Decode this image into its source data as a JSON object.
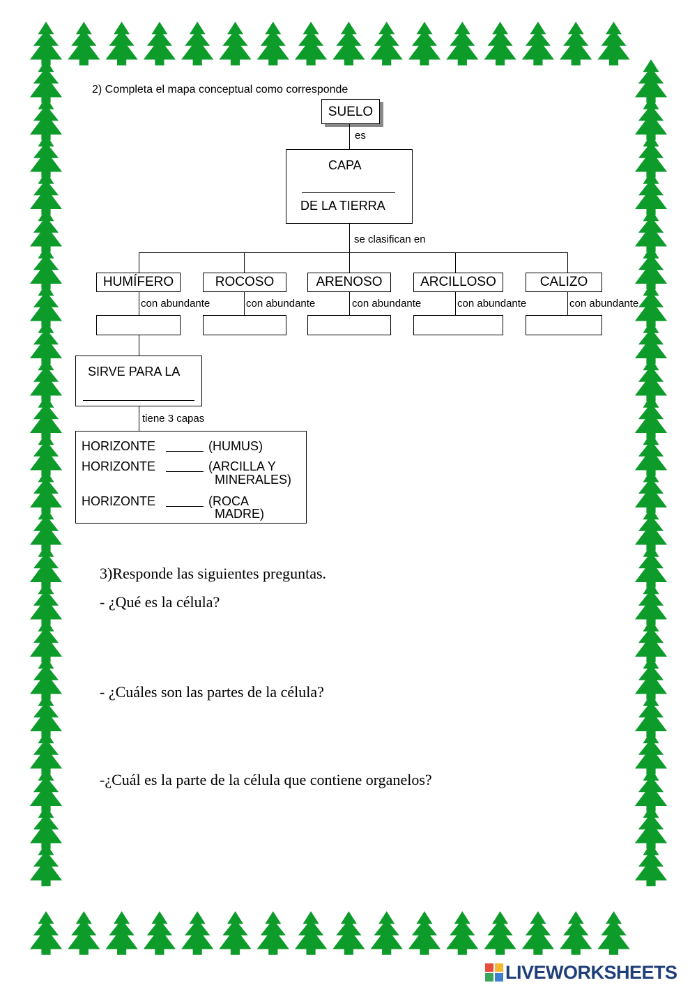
{
  "exercise2": {
    "heading": "2) Completa el mapa conceptual como corresponde",
    "root": "SUELO",
    "link_es": "es",
    "capa_top": "CAPA",
    "capa_bottom": "DE LA TIERRA",
    "link_classify": "se clasifican en",
    "categories": [
      "HUMÍFERO",
      "ROCOSO",
      "ARENOSO",
      "ARCILLOSO",
      "CALIZO"
    ],
    "link_abundant": "con abundante",
    "sirve": "SIRVE PARA LA",
    "link_capas": "tiene 3 capas",
    "horizon_label": "HORIZONTE",
    "horizons": [
      {
        "line1": "(HUMUS)",
        "line2": ""
      },
      {
        "line1": "(ARCILLA Y",
        "line2": "MINERALES)"
      },
      {
        "line1": "(ROCA",
        "line2": "MADRE)"
      }
    ]
  },
  "exercise3": {
    "heading": "3)Responde las siguientes preguntas.",
    "questions": [
      "- ¿Qué es la célula?",
      "- ¿Cuáles son las partes de la célula?",
      "-¿Cuál es la parte de la célula que contiene organelos?"
    ]
  },
  "branding": {
    "logo_text": "LIVEWORKSHEETS"
  },
  "colors": {
    "tree": "#0d9b2a",
    "trunk": "#0d9b2a",
    "logo": "#1f3f7a"
  },
  "icons": {
    "border_tree": "pine-tree-icon",
    "logo": "liveworksheets-logo-icon"
  }
}
